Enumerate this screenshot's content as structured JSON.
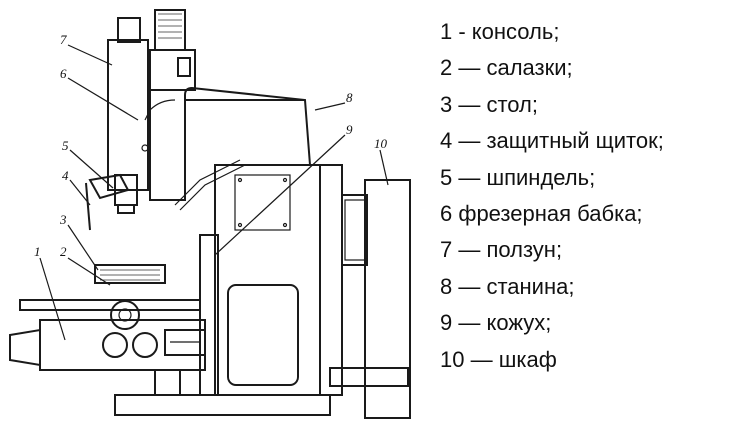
{
  "figure": {
    "callouts": [
      {
        "id": "1",
        "label": "1"
      },
      {
        "id": "2",
        "label": "2"
      },
      {
        "id": "3",
        "label": "3"
      },
      {
        "id": "4",
        "label": "4"
      },
      {
        "id": "5",
        "label": "5"
      },
      {
        "id": "6",
        "label": "6"
      },
      {
        "id": "7",
        "label": "7"
      },
      {
        "id": "8",
        "label": "8"
      },
      {
        "id": "9",
        "label": "9"
      },
      {
        "id": "10",
        "label": "10"
      }
    ]
  },
  "legend": {
    "items": [
      "1 - консоль;",
      "2 — салазки;",
      "3 — стол;",
      "4 — защитный щиток;",
      "5 — шпиндель;",
      "6 фрезерная бабка;",
      "7 — ползун;",
      "8 — станина;",
      "9 — кожух;",
      "10 — шкаф"
    ]
  }
}
